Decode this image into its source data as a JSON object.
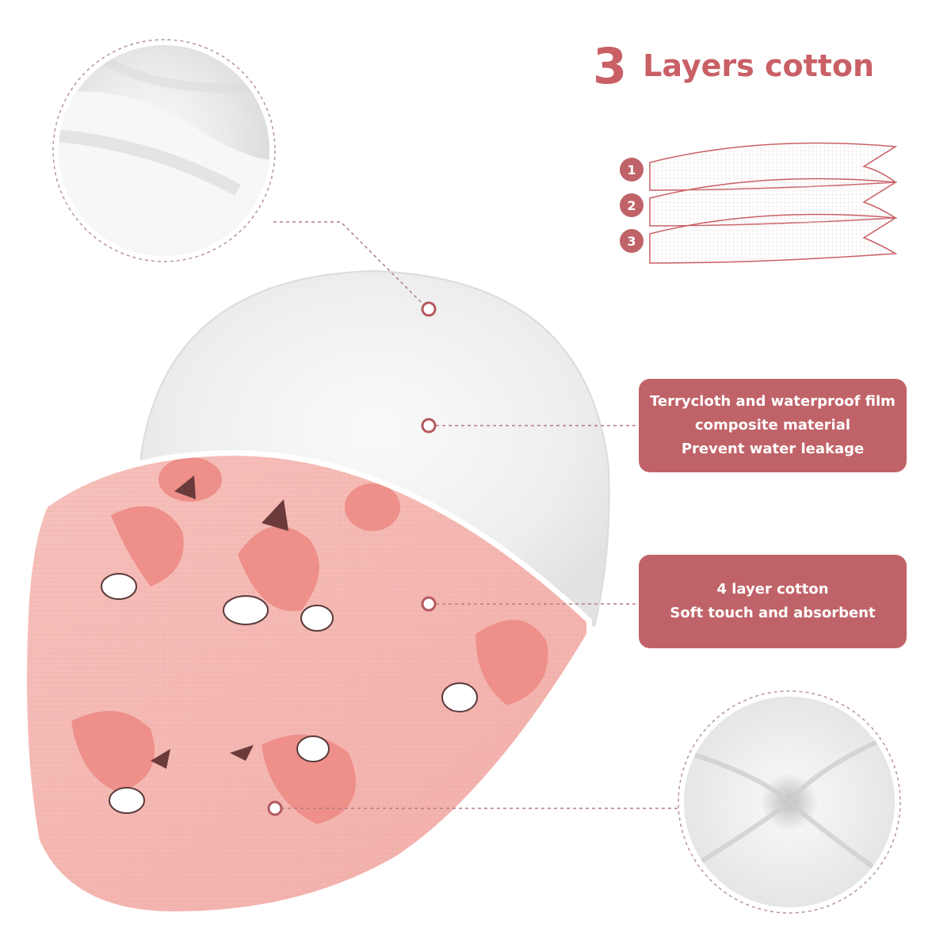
{
  "heading": {
    "number": "3",
    "text": "Layers cotton"
  },
  "layers": [
    {
      "label": "1"
    },
    {
      "label": "2"
    },
    {
      "label": "3"
    }
  ],
  "callouts": [
    {
      "lines": [
        "Terrycloth and waterproof film",
        "composite material",
        "Prevent water leakage"
      ]
    },
    {
      "lines": [
        "4 layer cotton",
        "Soft touch and absorbent"
      ]
    }
  ],
  "colors": {
    "accent": "#c06368",
    "heading": "#c96066",
    "fabric_pink": "#f4b7b2",
    "terry_white": "#f3f3f3"
  }
}
